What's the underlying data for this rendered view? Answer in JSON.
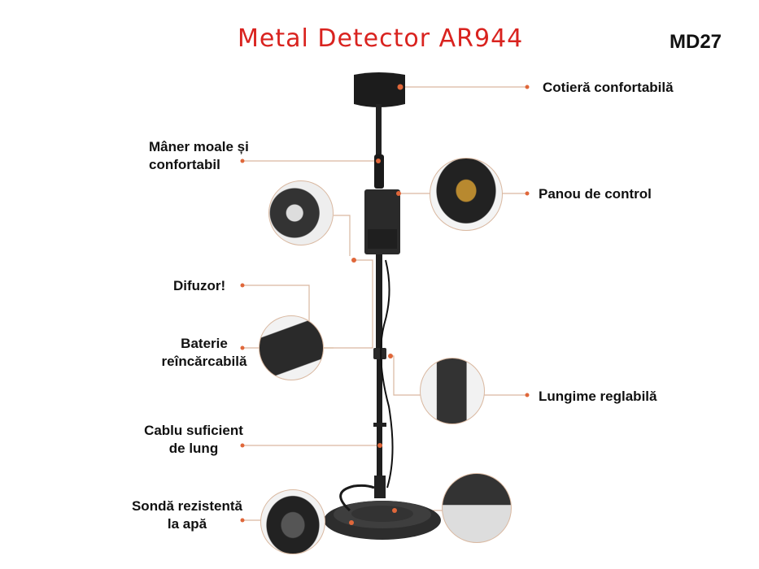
{
  "header": {
    "title": "Metal Detector AR944",
    "model": "MD27"
  },
  "colors": {
    "title": "#d9231f",
    "leader_line": "#d9b8a0",
    "dot": "#e0673a",
    "device": "#1c1c1c"
  },
  "callouts": [
    {
      "id": "armrest",
      "label": "Cotieră confortabilă"
    },
    {
      "id": "handle",
      "label_line1": "Mâner moale și",
      "label_line2": "confortabil"
    },
    {
      "id": "control-panel",
      "label": "Panou de control"
    },
    {
      "id": "speaker",
      "label": "Difuzor!"
    },
    {
      "id": "battery",
      "label_line1": "Baterie",
      "label_line2": "reîncărcabilă"
    },
    {
      "id": "adjustable-length",
      "label": "Lungime reglabilă"
    },
    {
      "id": "cable",
      "label_line1": "Cablu suficient",
      "label_line2": "de lung"
    },
    {
      "id": "probe",
      "label_line1": "Sondă rezistentă",
      "label_line2": "la apă"
    }
  ]
}
